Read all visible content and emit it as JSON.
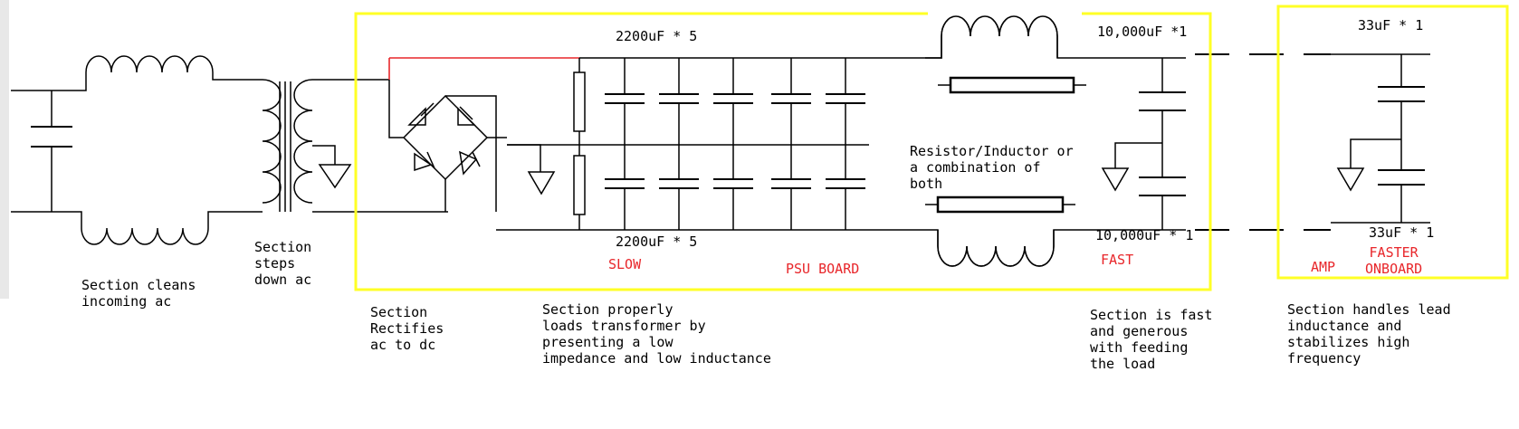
{
  "colors": {
    "box_outline": "#ffff26",
    "wire": "#000000",
    "highlight_wire": "#e8262a",
    "red_text": "#e8262a",
    "background": "#ffffff"
  },
  "labels": {
    "cap1_top": "2200uF * 5",
    "cap1_bottom": "2200uF * 5",
    "cap2_top": "10,000uF *1",
    "cap2_bottom": "10,000uF * 1",
    "cap3_top": "33uF * 1",
    "cap3_bottom": "33uF * 1",
    "res_ind": "Resistor/Inductor or\na combination of\nboth",
    "slow": "SLOW",
    "psu_board": "PSU BOARD",
    "fast": "FAST",
    "amp": "AMP",
    "faster": "FASTER\nONBOARD"
  },
  "sections": {
    "cleans": "Section cleans\nincoming ac",
    "steps": "Section\nsteps\ndown ac",
    "rectifies": "Section\nRectifies\nac to dc",
    "loads": "Section properly\nloads transformer by\npresenting a low\nimpedance and low inductance",
    "fast": "Section is fast\nand generous\nwith feeding\nthe load",
    "lead": "Section handles lead\ninductance and\nstabilizes high\nfrequency"
  }
}
